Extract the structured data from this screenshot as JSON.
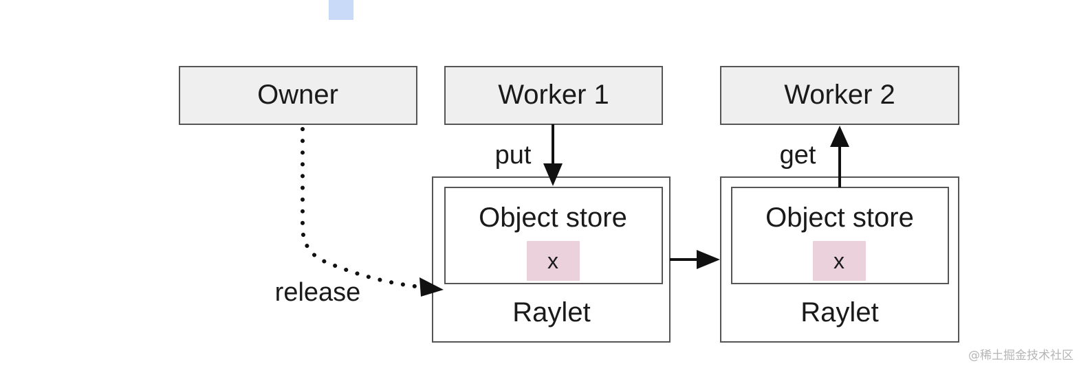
{
  "nodes": {
    "owner": "Owner",
    "worker1": "Worker 1",
    "worker2": "Worker 2",
    "raylet1": {
      "label": "Raylet",
      "store_label": "Object store",
      "object": "x"
    },
    "raylet2": {
      "label": "Raylet",
      "store_label": "Object store",
      "object": "x"
    }
  },
  "edges": {
    "put": "put",
    "get": "get",
    "release": "release"
  },
  "watermark": "@稀土掘金技术社区",
  "colors": {
    "node_fill": "#efefef",
    "node_stroke": "#555555",
    "object_fill": "#ead1dc",
    "accent_square": "#c9daf8"
  }
}
